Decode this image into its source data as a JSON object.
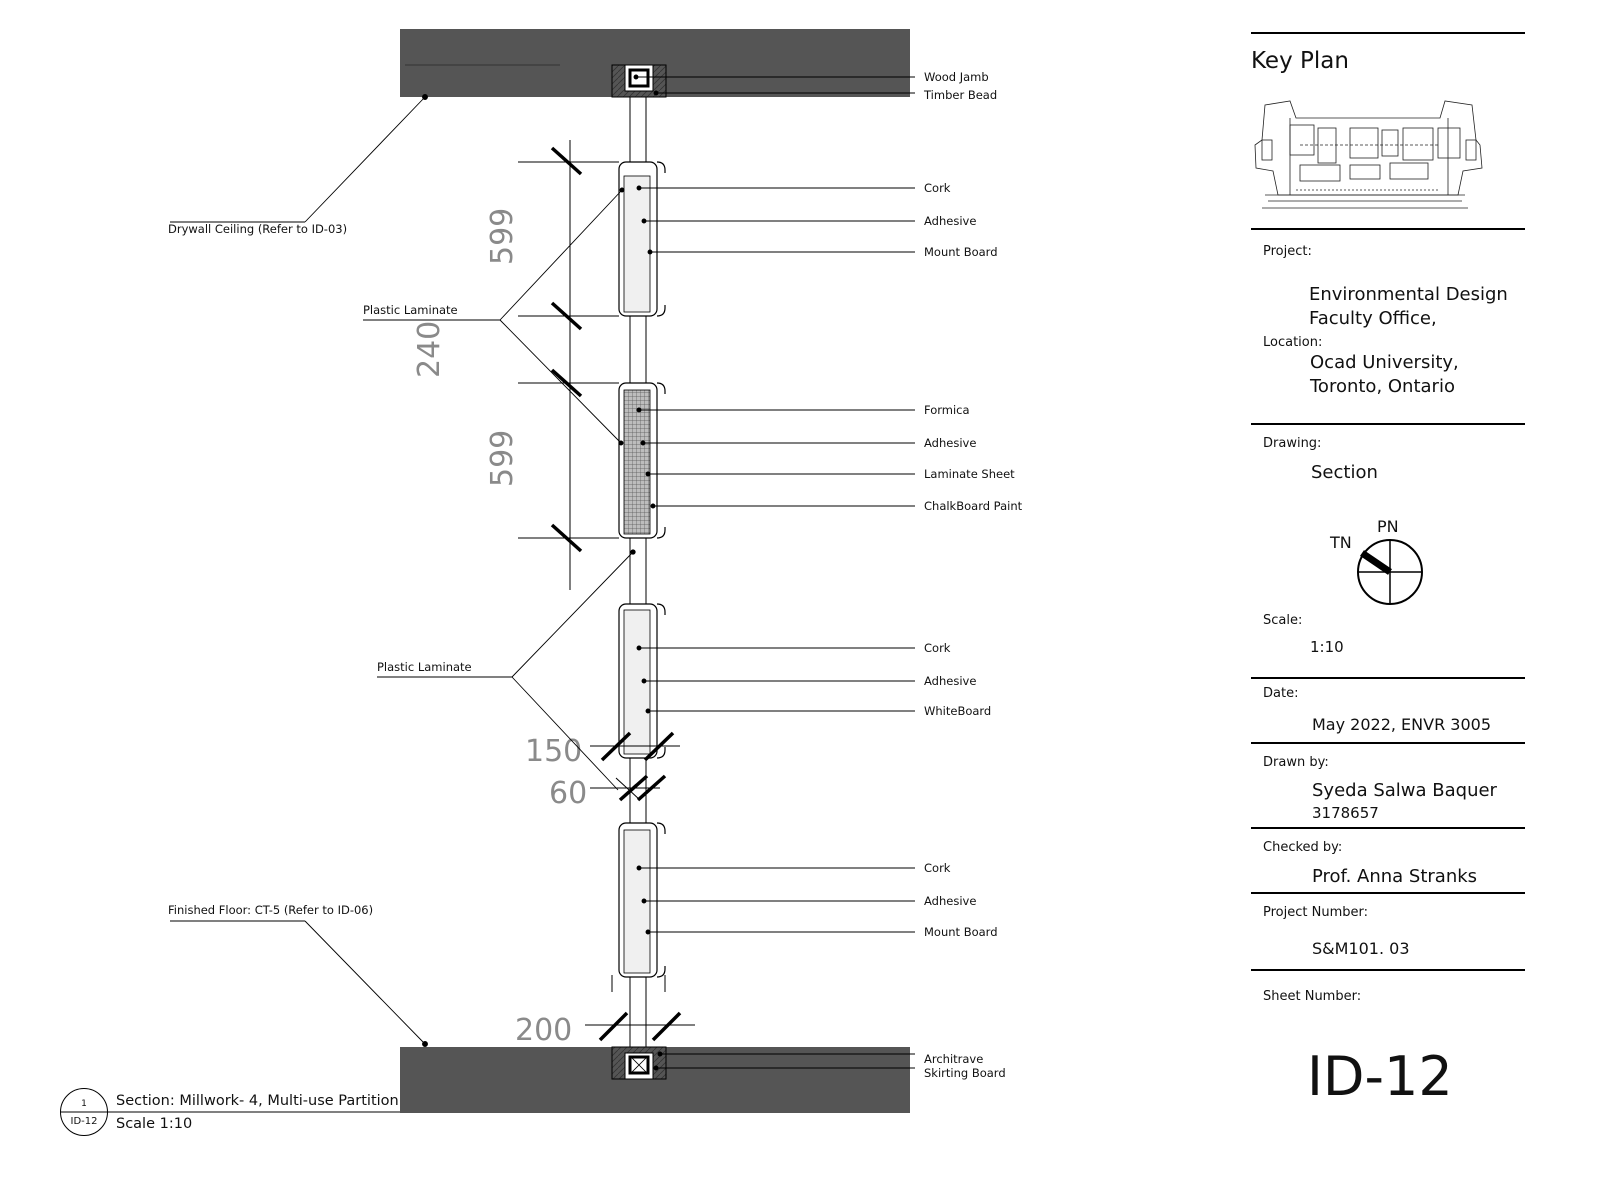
{
  "colors": {
    "slab": "#555555",
    "line": "#000000",
    "dim": "#8a8a8a",
    "panel_fill": "#eeeeee"
  },
  "labels": {
    "wood_jamb": "Wood Jamb",
    "timber_bead": "Timber Bead",
    "drywall_ceiling": "Drywall Ceiling (Refer to ID-03)",
    "plastic_laminate": "Plastic Laminate",
    "finished_floor": "Finished Floor: CT-5 (Refer to ID-06)",
    "architrave": "Architrave",
    "skirting_board": "Skirting Board",
    "panel1": [
      "Cork",
      "Adhesive",
      "Mount Board"
    ],
    "panel2": [
      "Formica",
      "Adhesive",
      "Laminate Sheet",
      "ChalkBoard Paint"
    ],
    "panel3": [
      "Cork",
      "Adhesive",
      "WhiteBoard"
    ],
    "panel4": [
      "Cork",
      "Adhesive",
      "Mount Board"
    ]
  },
  "dimensions": {
    "d1": "599",
    "d2": "240",
    "d3": "599",
    "d4": "150",
    "d5": "60",
    "d6": "200"
  },
  "section_bubble": {
    "number": "1",
    "sheet": "ID-12",
    "title": "Section: Millwork- 4, Multi-use Partition",
    "scale": "Scale 1:10"
  },
  "title_block": {
    "key_plan": "Key Plan",
    "project_label": "Project:",
    "project_line1": "Environmental Design",
    "project_line2": "Faculty Office,",
    "location_label": "Location:",
    "location_line1": "Ocad University,",
    "location_line2": "Toronto, Ontario",
    "drawing_label": "Drawing:",
    "drawing_value": "Section",
    "north_tn": "TN",
    "north_pn": "PN",
    "scale_label": "Scale:",
    "scale_value": "1:10",
    "date_label": "Date:",
    "date_value": "May 2022, ENVR 3005",
    "drawn_label": "Drawn by:",
    "drawn_name": "Syeda Salwa Baquer",
    "drawn_id": "3178657",
    "checked_label": "Checked by:",
    "checked_value": "Prof. Anna Stranks",
    "project_number_label": "Project Number:",
    "project_number_value": "S&M101. 03",
    "sheet_number_label": "Sheet Number:",
    "sheet_number_value": "ID-12"
  }
}
